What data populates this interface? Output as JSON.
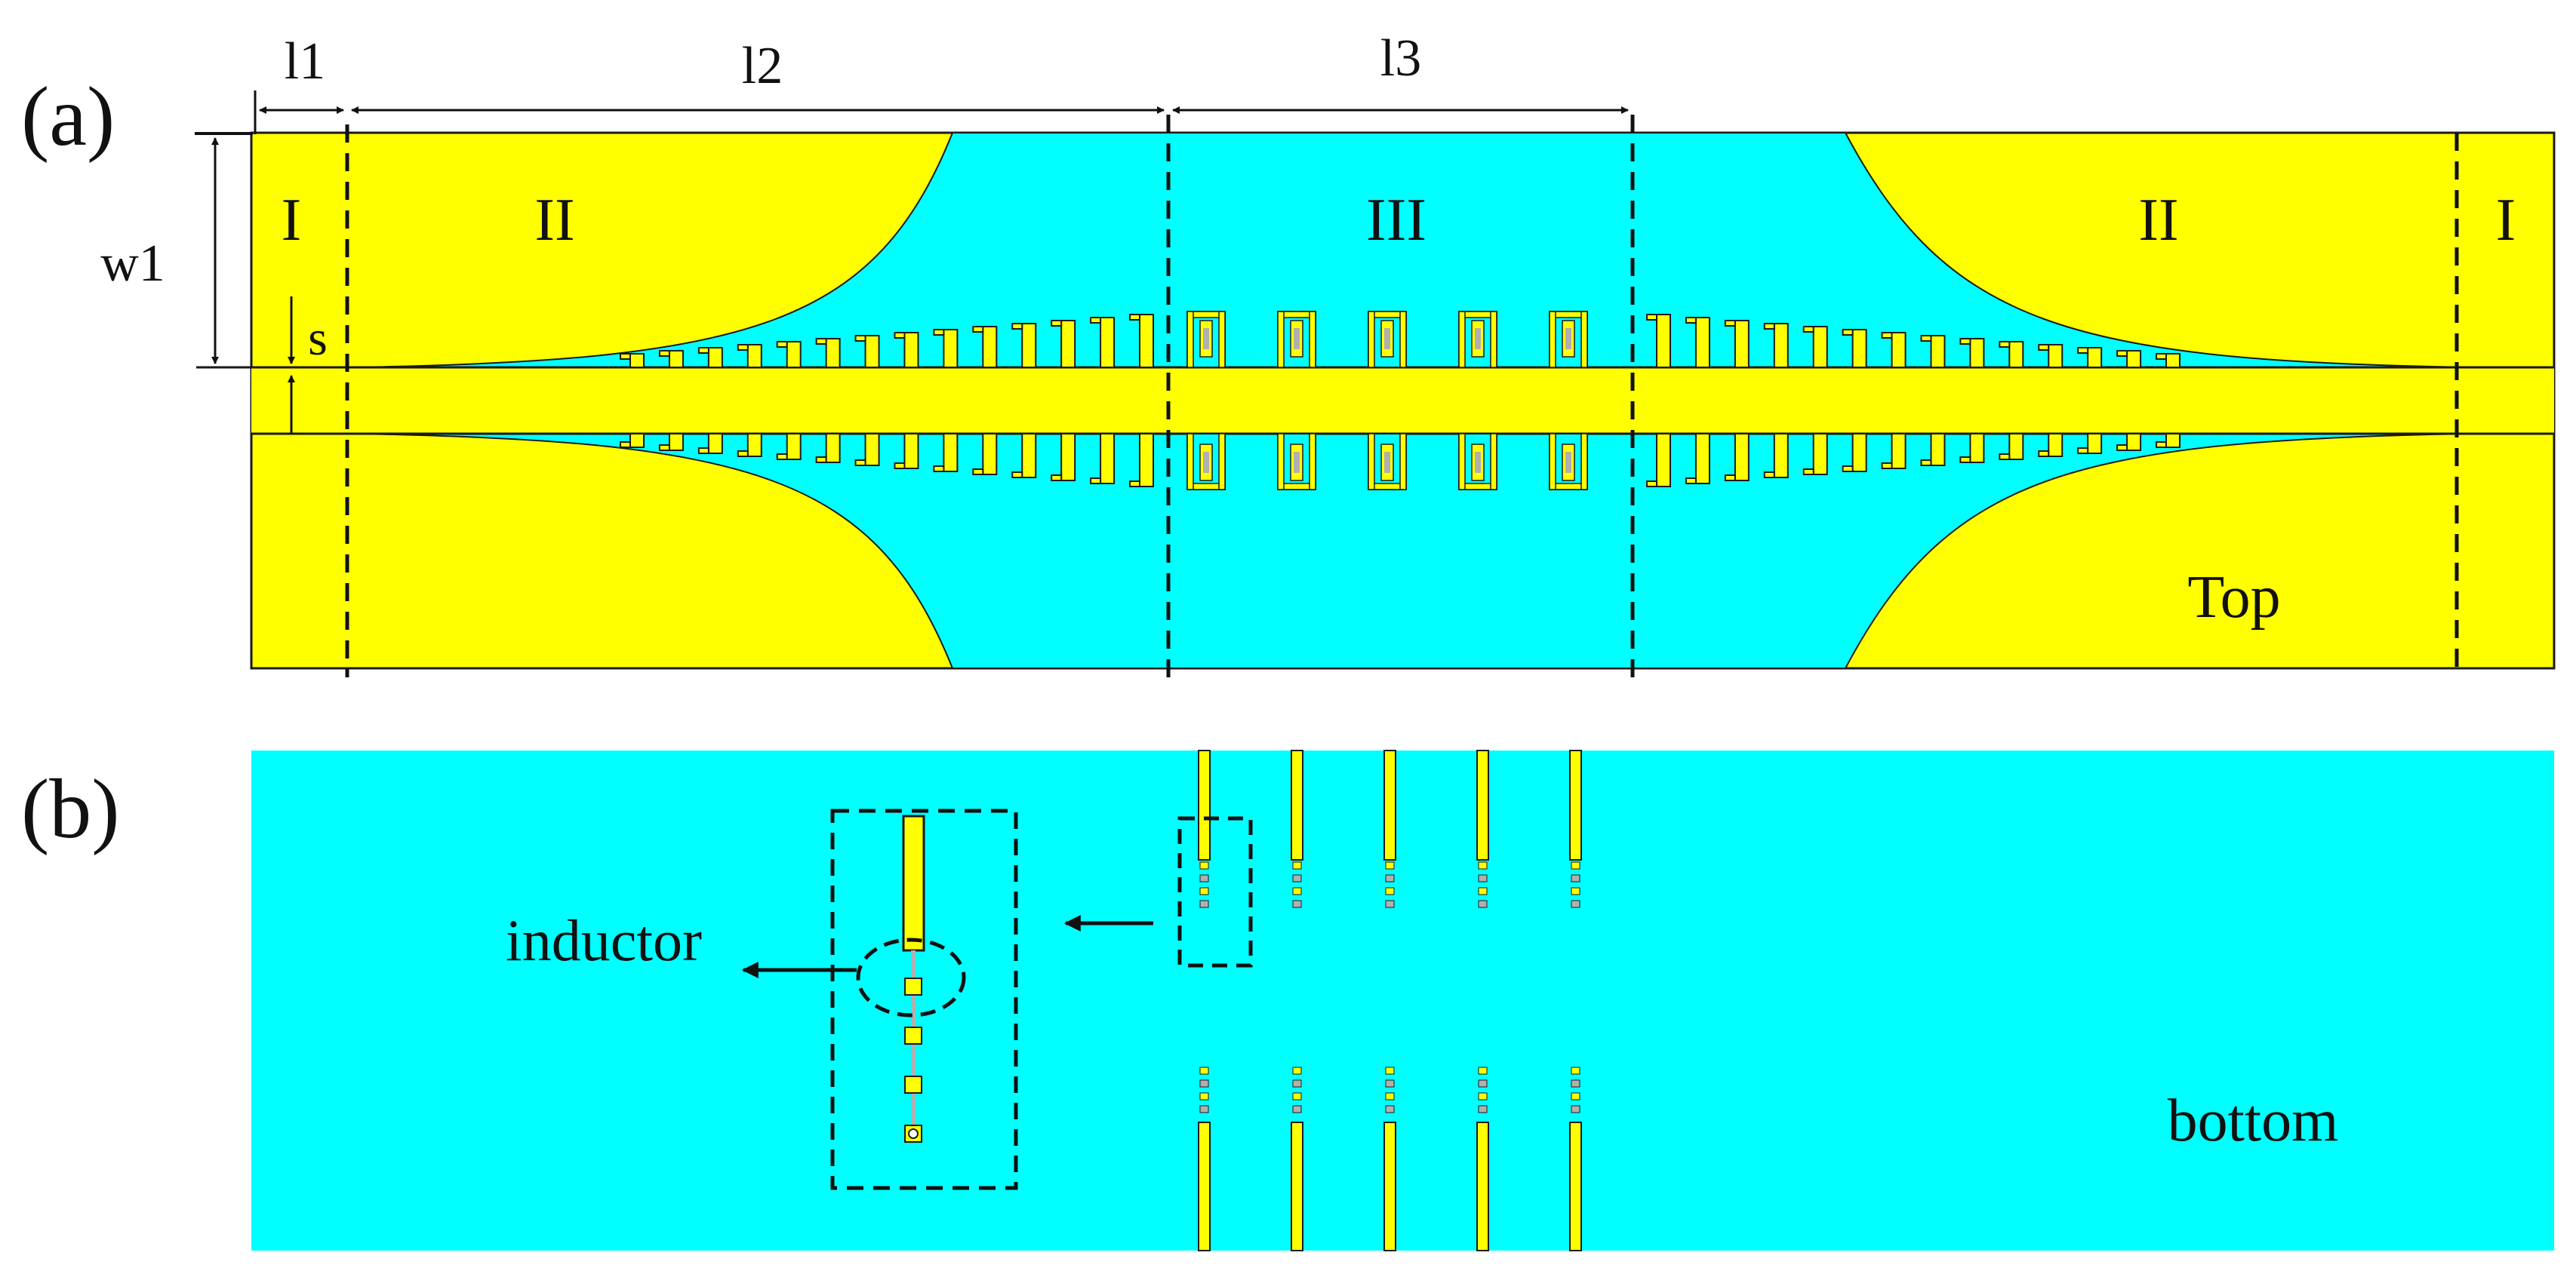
{
  "panels": {
    "a": {
      "tag": "(a)",
      "side": "Top",
      "regions": [
        "I",
        "II",
        "III",
        "II",
        "I"
      ],
      "dimensions": {
        "l1": "l1",
        "l2": "l2",
        "l3": "l3",
        "w1": "w1",
        "s": "s"
      },
      "cells": {
        "small_slots_per_side": 14,
        "spiral_cells_per_side": 5
      }
    },
    "b": {
      "tag": "(b)",
      "side": "bottom",
      "callout": "inductor",
      "strips_per_side": 5,
      "inductor_segments": 3
    }
  },
  "colors": {
    "conductor": "#ffff00",
    "substrate": "#00ffff",
    "outline": "#1a1a1a",
    "via_gray": "#b0b0b0"
  }
}
